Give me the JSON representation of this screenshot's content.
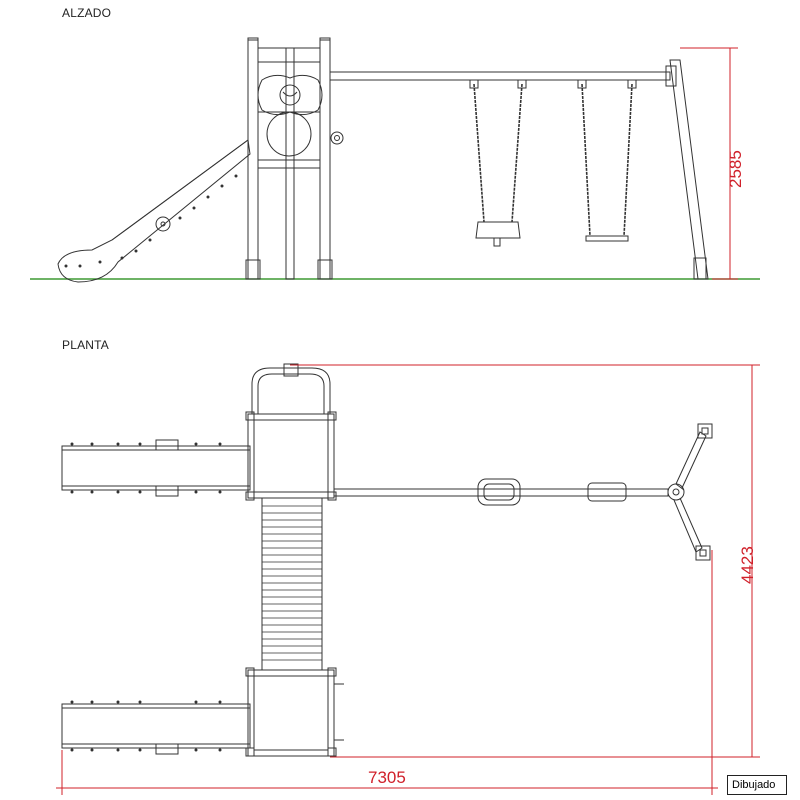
{
  "labels": {
    "elevation": "ALZADO",
    "plan": "PLANTA",
    "title_block": "Dibujado"
  },
  "dimensions": {
    "height": "2585",
    "depth": "4423",
    "length": "7305"
  },
  "colors": {
    "line": "#333333",
    "dimension": "#d0202a",
    "ground": "#3f9a34"
  }
}
